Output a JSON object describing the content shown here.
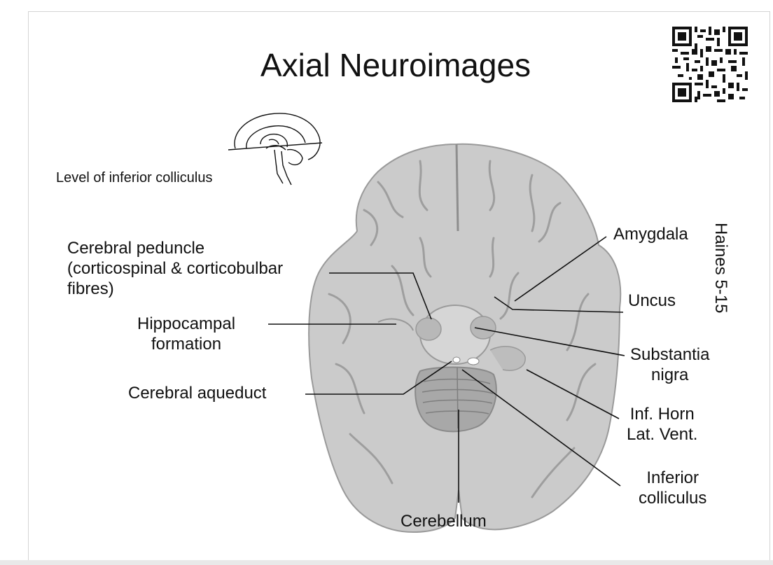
{
  "title": "Axial Neuroimages",
  "level_caption": "Level of inferior colliculus",
  "source_ref": "Haines 5-15",
  "labels": {
    "cerebral_peduncle": [
      "Cerebral peduncle",
      "(corticospinal & corticobulbar",
      "fibres)"
    ],
    "hippocampal": [
      "Hippocampal",
      "formation"
    ],
    "aqueduct": "Cerebral aqueduct",
    "cerebellum": "Cerebellum",
    "amygdala": "Amygdala",
    "uncus": "Uncus",
    "substantia": [
      "Substantia",
      "nigra"
    ],
    "inf_horn": [
      "Inf. Horn",
      "Lat. Vent."
    ],
    "inf_colliculus": [
      "Inferior",
      "colliculus"
    ]
  },
  "colors": {
    "brain_fill": "#c9c9c9",
    "brain_shade": "#a8a8a8",
    "line": "#111111",
    "frame": "#d4d4d4"
  },
  "icons": {
    "qr": "qr-code-icon",
    "sketch": "sagittal-brain-sketch-icon"
  }
}
